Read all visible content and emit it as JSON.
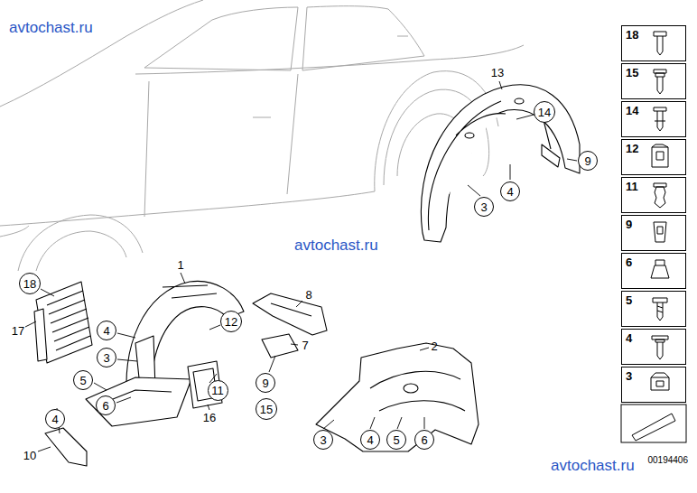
{
  "diagram": {
    "nodes": [
      {
        "text": [
          "14"
        ]
      },
      {
        "text": [
          "9"
        ]
      },
      {
        "text": [
          "4"
        ]
      },
      {
        "text": [
          "3"
        ]
      },
      {
        "text": [
          "18"
        ]
      },
      {
        "text": [
          "12"
        ]
      },
      {
        "text": [
          "4"
        ]
      },
      {
        "text": [
          "3"
        ]
      },
      {
        "text": [
          "5"
        ]
      },
      {
        "text": [
          "9"
        ]
      },
      {
        "text": [
          "11"
        ]
      },
      {
        "text": [
          "6"
        ]
      },
      {
        "text": [
          "15"
        ]
      },
      {
        "text": [
          "4"
        ]
      },
      {
        "text": [
          "3"
        ]
      },
      {
        "text": [
          "4"
        ]
      },
      {
        "text": [
          "5"
        ]
      },
      {
        "text": [
          "6"
        ]
      },
      {
        "text": [
          "18"
        ]
      },
      {
        "text": [
          "15"
        ]
      },
      {
        "text": [
          "14"
        ]
      },
      {
        "text": [
          "12"
        ]
      },
      {
        "text": [
          "11"
        ]
      },
      {
        "text": [
          "9"
        ]
      },
      {
        "text": [
          "6"
        ]
      },
      {
        "text": [
          "5"
        ]
      },
      {
        "text": [
          "4"
        ]
      },
      {
        "text": [
          "3"
        ]
      }
    ],
    "labels": [
      "avtochast.ru",
      "13",
      "avtochast.ru",
      "1",
      "8",
      "17",
      "7",
      "2",
      "16",
      "10",
      "avtochast.ru",
      "00194406"
    ]
  }
}
